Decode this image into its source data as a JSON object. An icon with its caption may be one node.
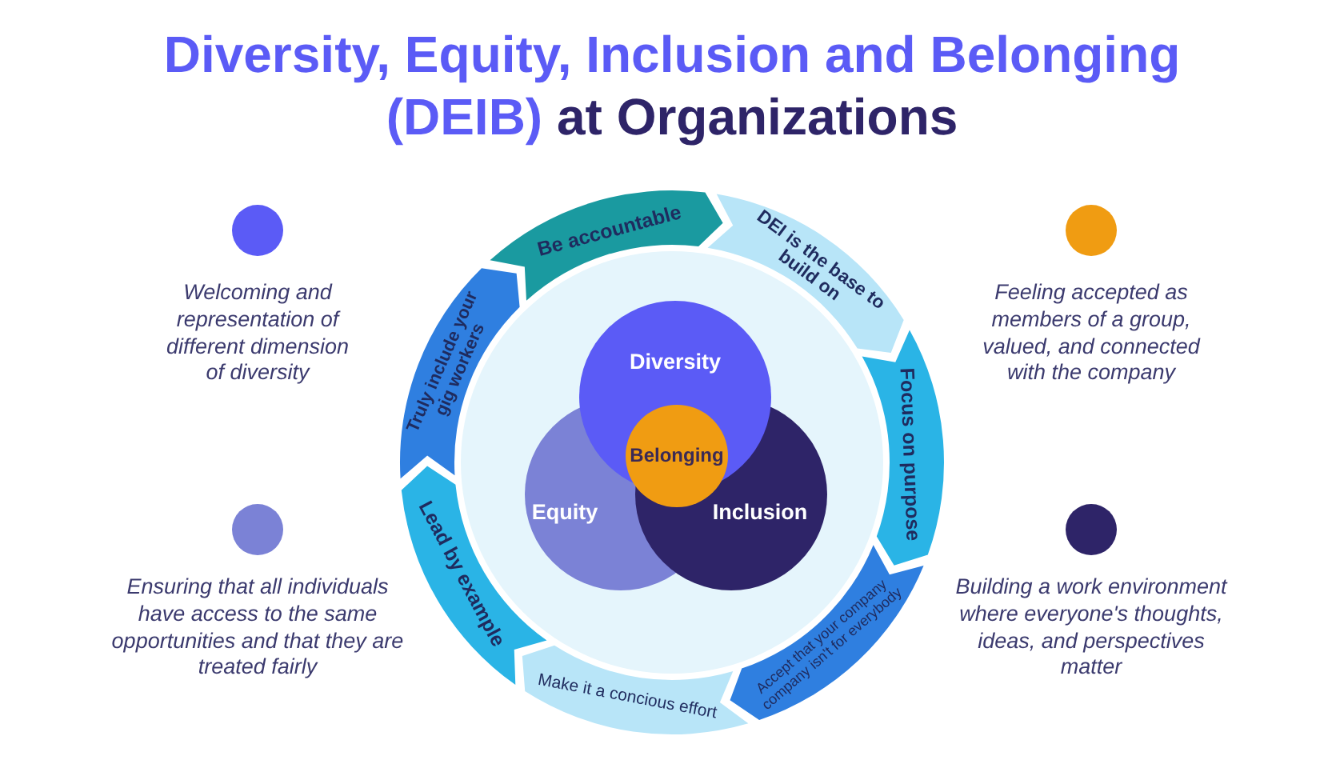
{
  "diagram": {
    "title": "Diversity, Equity, Inclusion and Belonging (DEIB) at Organizations",
    "nodes": [
      {
        "text": [
          "Be accountable"
        ]
      },
      {
        "text": [
          "DEI is the base to build on"
        ]
      },
      {
        "text": [
          "Focus on purpose"
        ]
      },
      {
        "text": [
          "Accept that your company company isn't for everybody"
        ]
      },
      {
        "text": [
          "Make it a concious effort"
        ]
      },
      {
        "text": [
          "Lead by example"
        ]
      },
      {
        "text": [
          "Truly include your gig workers"
        ]
      },
      {
        "text": [
          "Diversity"
        ]
      },
      {
        "text": [
          "Equity"
        ]
      },
      {
        "text": [
          "Inclusion"
        ]
      },
      {
        "text": [
          "Belonging"
        ]
      }
    ],
    "legend": [
      {
        "text": "Welcoming and representation of different dimension of diversity",
        "color": "#5b5bf6"
      },
      {
        "text": "Feeling accepted as members of a group, valued, and connected with the company",
        "color": "#f09c12"
      },
      {
        "text": "Ensuring that all individuals have access to the same opportunities and that they are treated fairly",
        "color": "#7b82d6"
      },
      {
        "text": "Building a work environment where everyone's thoughts, ideas, and perspectives matter",
        "color": "#2e2468"
      }
    ]
  }
}
